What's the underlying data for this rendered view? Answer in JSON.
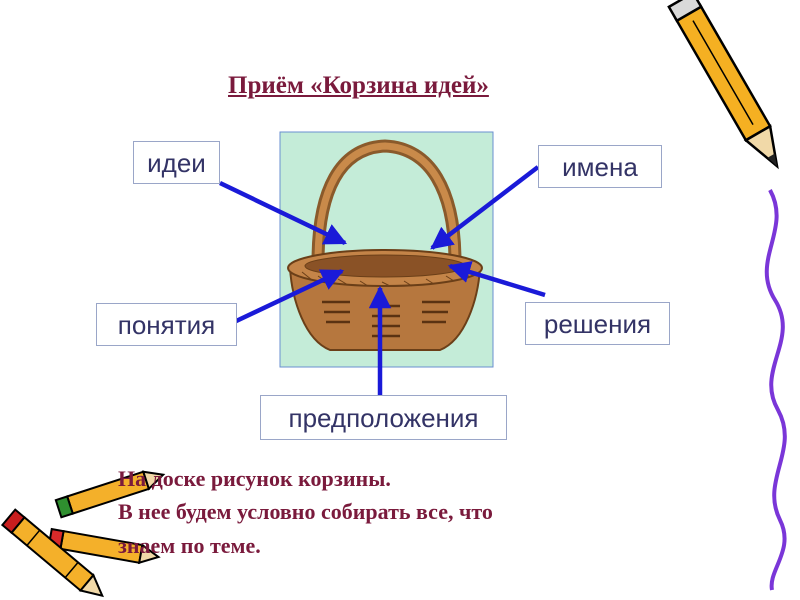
{
  "title": "Приём «Корзина идей»",
  "labels": {
    "ideas": "идеи",
    "names": "имена",
    "concepts": "понятия",
    "solutions": "решения",
    "assumptions": "предположения"
  },
  "body_lines": [
    "На доске рисунок корзины.",
    "В нее будем условно собирать все, что",
    "знаем по теме."
  ],
  "colors": {
    "title": "#7a1a3c",
    "arrow": "#1a1ad8",
    "basket_bg": "#c4ecd8",
    "basket": "#b6773e",
    "label_text": "#333366",
    "decor_line": "#7a36d8"
  },
  "icons": [
    "pencil-icon",
    "crayons-icon",
    "basket-image"
  ]
}
